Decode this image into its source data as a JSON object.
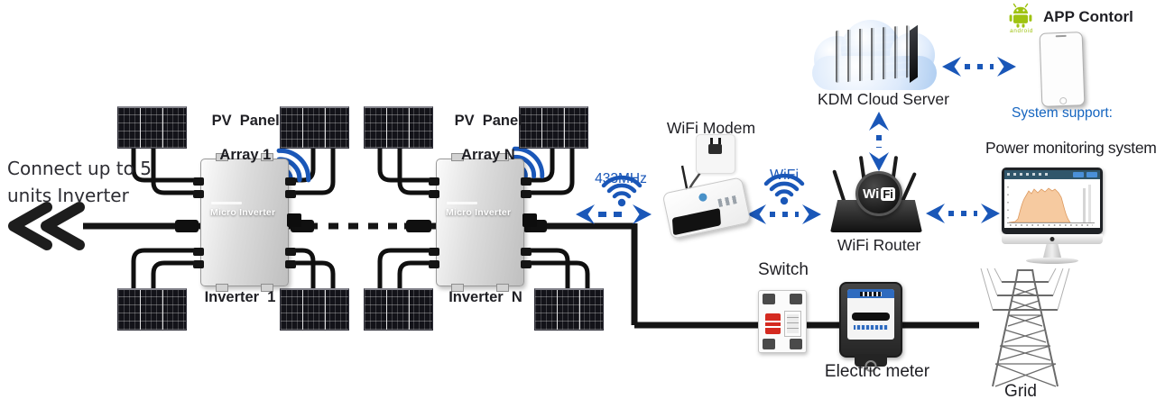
{
  "labels": {
    "connect_note_line1": "Connect up to 5",
    "connect_note_line2": "units Inverter",
    "rf_link": "433MHz",
    "wifi_link": "WiFi",
    "wifi_modem": "WiFi Modem",
    "wifi_router": "WiFi Router",
    "cloud_server": "KDM Cloud Server",
    "app_control": "APP Contorl",
    "android_brand": "android",
    "system_support": "System support:",
    "power_monitoring": "Power monitoring system",
    "switch": "Switch",
    "electric_meter": "Electric meter",
    "grid": "Grid"
  },
  "arrays": [
    {
      "pv_line1": "PV  Panel",
      "pv_line2": "Array 1",
      "inverter_label": "Inverter  1",
      "device_text": "Micro Inverter"
    },
    {
      "pv_line1": "PV  Panel",
      "pv_line2": "Array N",
      "inverter_label": "Inverter  N",
      "device_text": "Micro Inverter"
    }
  ],
  "router_badge": {
    "wi": "Wi",
    "fi": "Fi"
  },
  "colors": {
    "accent_blue": "#1a57b8",
    "android_green": "#9fc312",
    "system_support_blue": "#1565c0",
    "line_black": "#141414",
    "chart_fill": "#f6caa0"
  }
}
